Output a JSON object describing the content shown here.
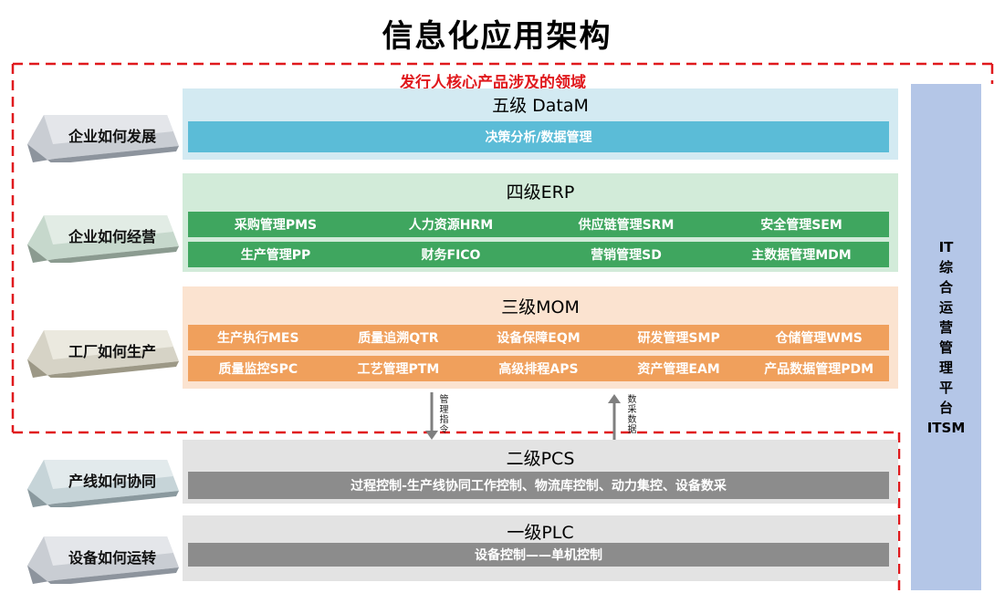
{
  "title": "信息化应用架构",
  "red_note": "发行人核心产品涉及的领域",
  "levels": {
    "l5": {
      "name": "五级 DataM",
      "bar": "决策分析/数据管理",
      "bar_color": "#5bbcd7",
      "bg_color": "#d3eaf2"
    },
    "l4": {
      "name": "四级ERP",
      "row1": [
        "采购管理PMS",
        "人力资源HRM",
        "供应链管理SRM",
        "安全管理SEM"
      ],
      "row2": [
        "生产管理PP",
        "财务FICO",
        "营销管理SD",
        "主数据管理MDM"
      ],
      "cell_color": "#3fa65f",
      "bg_color": "#d2ebd9"
    },
    "l3": {
      "name": "三级MOM",
      "row1": [
        "生产执行MES",
        "质量追溯QTR",
        "设备保障EQM",
        "研发管理SMP",
        "仓储管理WMS"
      ],
      "row2": [
        "质量监控SPC",
        "工艺管理PTM",
        "高级排程APS",
        "资产管理EAM",
        "产品数据管理PDM"
      ],
      "cell_color": "#f0a05c",
      "bg_color": "#fbe3d0"
    },
    "l2": {
      "name": "二级PCS",
      "bar": "过程控制-生产线协同工作控制、物流库控制、动力集控、设备数采",
      "bar_color": "#8c8c8c",
      "bg_color": "#e3e3e3"
    },
    "l1": {
      "name": "一级PLC",
      "bar": "设备控制——单机控制",
      "bar_color": "#8c8c8c",
      "bg_color": "#e3e3e3"
    }
  },
  "arrows": {
    "down_label": "管理指令",
    "up_label": "数采数据"
  },
  "side_labels": [
    "企业如何发展",
    "企业如何经营",
    "工厂如何生产",
    "产线如何协同",
    "设备如何运转"
  ],
  "itsm": {
    "label_lines": [
      "IT",
      "综",
      "合",
      "运",
      "营",
      "管",
      "理",
      "平",
      "台",
      "ITSM"
    ]
  },
  "colors": {
    "dashed_border": "#e0191d",
    "itsm_bg": "#b4c6e7"
  }
}
